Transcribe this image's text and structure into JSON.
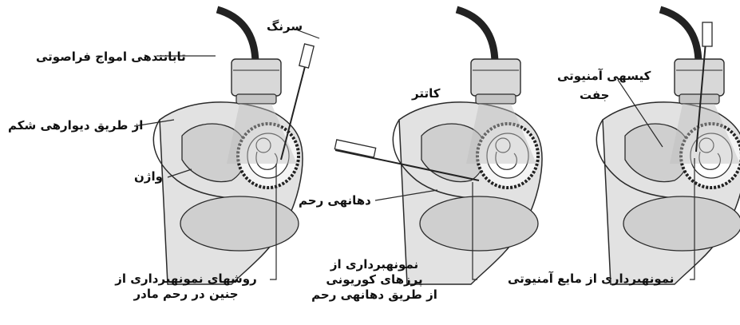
{
  "labels": {
    "syringe": "سرنگ",
    "transducer": "تابانندهی امواج فراصوتی",
    "catheter": "کاتتر",
    "amniotic_sac": "کیسهی آمنیوتی",
    "placenta": "جفت",
    "abdominal_wall": "از طریق دیوارهی شکم",
    "vagina": "واژن",
    "cervix": "دهانهی رحم",
    "methods": [
      "روشهای نمونهبرداری از",
      "جنین در رحم مادر"
    ],
    "cvs": [
      "نمونهبرداری از",
      "پرزهای کوریونی",
      "از طریق دهانهی رحم"
    ],
    "amnio": "نمونهبرداری از مایع آمنیوتی"
  },
  "colors": {
    "body": "#e2e2e2",
    "uterus": "#cfcfcf",
    "outline": "#2a2a2a",
    "fetus_sac": "#f4f4f4",
    "dark": "#222222"
  }
}
